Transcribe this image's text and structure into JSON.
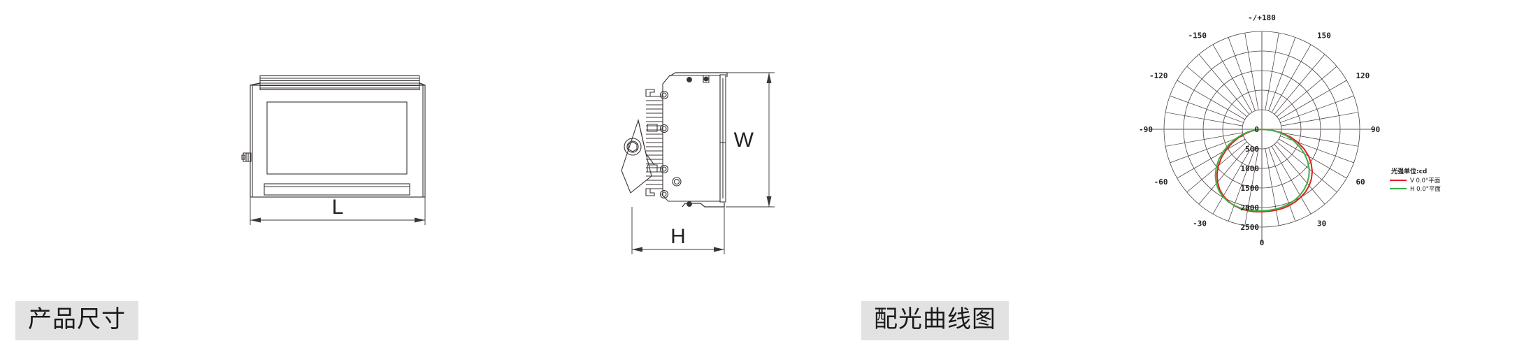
{
  "sections": {
    "dimensions_label": "产品尺寸",
    "photometry_label": "配光曲线图"
  },
  "drawings": {
    "front_view": {
      "name": "front-view",
      "dimension_label": "L"
    },
    "side_view": {
      "name": "side-view",
      "width_label": "W",
      "height_label": "H"
    }
  },
  "chart_data": {
    "type": "line",
    "subtype": "polar-photometric",
    "title": "配光曲线图",
    "legend_title": "光强单位:cd",
    "legend_position": "right",
    "unit": "cd",
    "angle_labels": [
      "-/+180",
      "-150",
      "150",
      "-120",
      "120",
      "-90",
      "90",
      "-60",
      "60",
      "-30",
      "30",
      "0"
    ],
    "angle_ticks": [
      -180,
      -150,
      -120,
      -90,
      -60,
      -30,
      0,
      30,
      60,
      90,
      120,
      150
    ],
    "radial_labels": [
      "0",
      "500",
      "1000",
      "1500",
      "2000",
      "2500"
    ],
    "radial_ticks": [
      0,
      500,
      1000,
      1500,
      2000,
      2500
    ],
    "rlim": [
      0,
      2500
    ],
    "grid": true,
    "series": [
      {
        "name": "V 0.0°平面",
        "color": "#e31e24",
        "angles": [
          -90,
          -85,
          -80,
          -75,
          -70,
          -65,
          -60,
          -55,
          -50,
          -45,
          -40,
          -35,
          -30,
          -25,
          -20,
          -15,
          -10,
          -5,
          0,
          5,
          10,
          15,
          20,
          25,
          30,
          35,
          40,
          45,
          50,
          55,
          60,
          65,
          70,
          75,
          80,
          85,
          90
        ],
        "values": [
          0,
          120,
          280,
          450,
          640,
          840,
          1050,
          1260,
          1450,
          1620,
          1760,
          1880,
          1965,
          2030,
          2075,
          2100,
          2110,
          2115,
          2110,
          2105,
          2100,
          2090,
          2070,
          2040,
          2000,
          1950,
          1880,
          1790,
          1680,
          1540,
          1380,
          1190,
          980,
          750,
          500,
          250,
          0
        ]
      },
      {
        "name": "H 0.0°平面",
        "color": "#3cb043",
        "angles": [
          -90,
          -85,
          -80,
          -75,
          -70,
          -65,
          -60,
          -55,
          -50,
          -45,
          -40,
          -35,
          -30,
          -25,
          -20,
          -15,
          -10,
          -5,
          0,
          5,
          10,
          15,
          20,
          25,
          30,
          35,
          40,
          45,
          50,
          55,
          60,
          65,
          70,
          75,
          80,
          85,
          90
        ],
        "values": [
          0,
          150,
          330,
          520,
          720,
          930,
          1140,
          1340,
          1520,
          1680,
          1810,
          1915,
          1990,
          2040,
          2070,
          2085,
          2090,
          2090,
          2085,
          2080,
          2070,
          2055,
          2030,
          1995,
          1945,
          1880,
          1800,
          1700,
          1580,
          1430,
          1260,
          1070,
          870,
          660,
          440,
          220,
          0
        ]
      }
    ]
  }
}
